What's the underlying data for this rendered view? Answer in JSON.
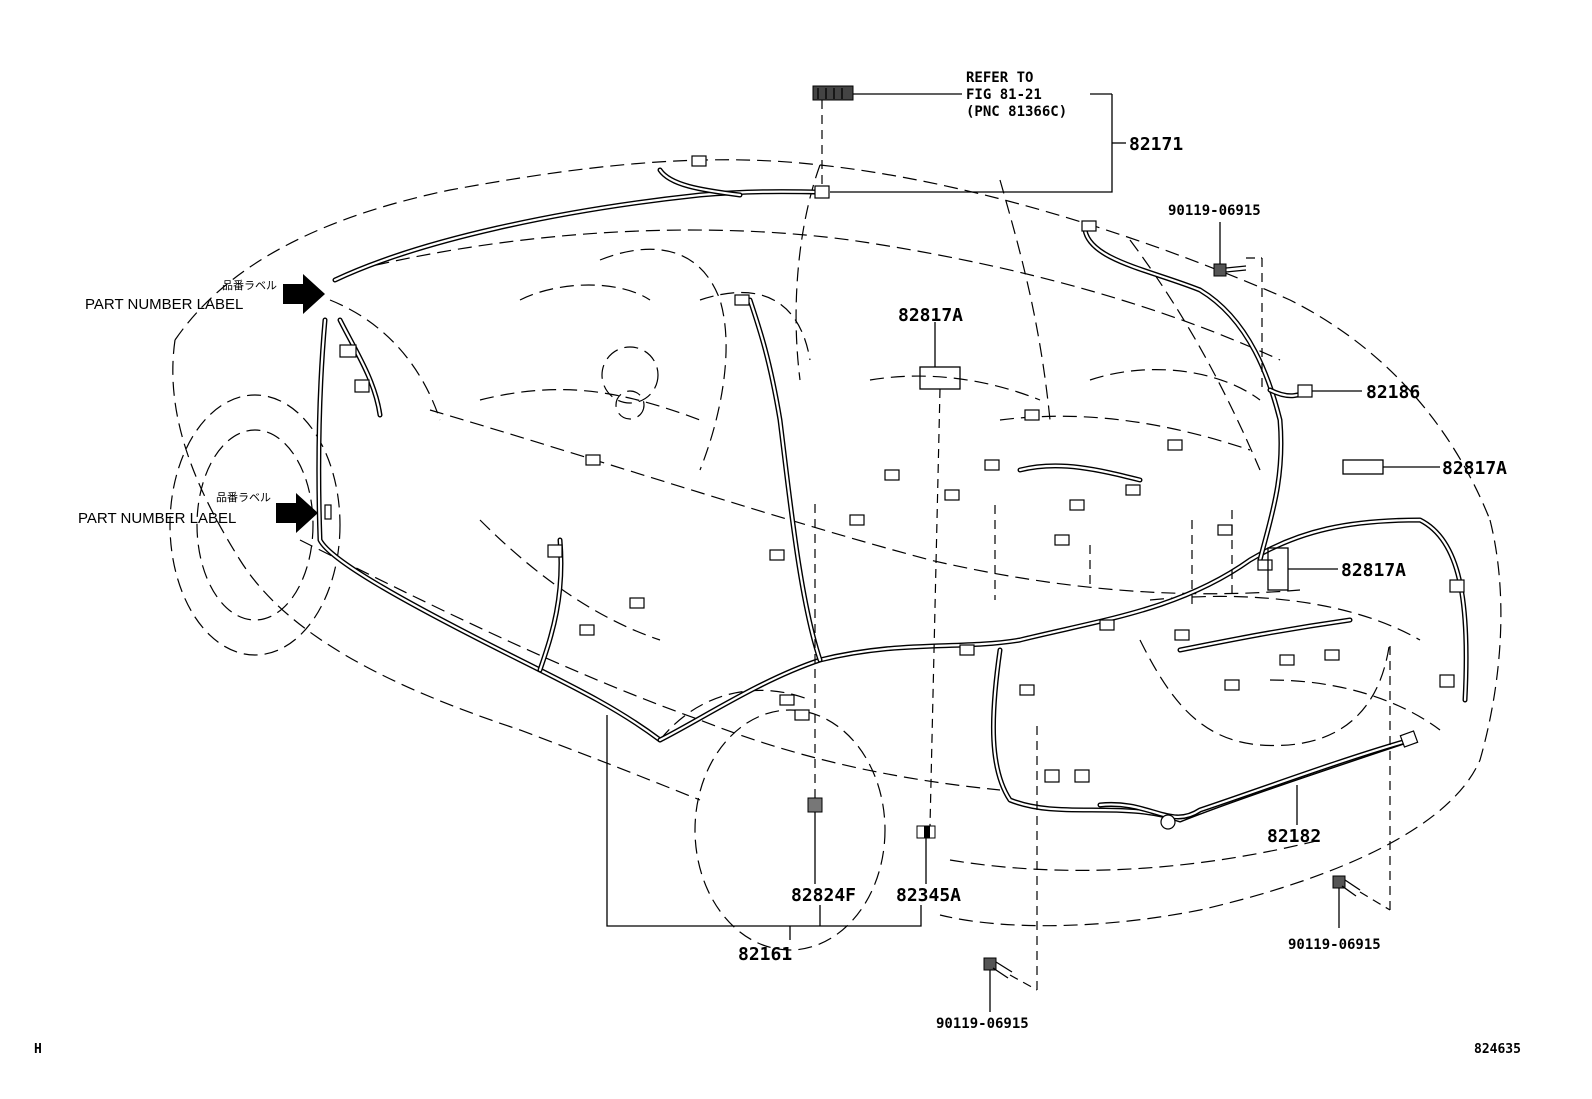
{
  "diagram": {
    "refer_note": [
      "REFER TO",
      "FIG 81-21",
      "(PNC 81366C)"
    ],
    "labels": {
      "p82171": "82171",
      "p82817a_top": "82817A",
      "p82186": "82186",
      "p82817a_right": "82817A",
      "p82817a_mid": "82817A",
      "p82182": "82182",
      "p82824f": "82824F",
      "p82345a": "82345A",
      "p82161": "82161",
      "bolt_top": "90119-06915",
      "bolt_bottom_right": "90119-06915",
      "bolt_bottom_center": "90119-06915"
    },
    "part_number_labels": {
      "upper_jp": "品番ラベル",
      "upper_en": "PART NUMBER LABEL",
      "lower_jp": "品番ラベル",
      "lower_en": "PART NUMBER LABEL"
    },
    "corner_left": "H",
    "corner_right": "824635"
  }
}
